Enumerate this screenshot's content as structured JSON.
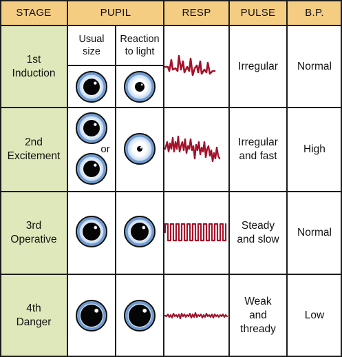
{
  "headers": {
    "stage": "STAGE",
    "pupil": "PUPIL",
    "resp": "RESP",
    "pulse": "PULSE",
    "bp": "B.P."
  },
  "pupil_subheaders": {
    "usual_line1": "Usual",
    "usual_line2": "size",
    "reaction_line1": "Reaction",
    "reaction_line2": "to light"
  },
  "or_label": "or",
  "rows": [
    {
      "stage_num": "1st",
      "stage_name": "Induction",
      "pulse_line1": "Irregular",
      "pulse_line2": "",
      "pulse_line3": "",
      "bp": "Normal"
    },
    {
      "stage_num": "2nd",
      "stage_name": "Excitement",
      "pulse_line1": "Irregular",
      "pulse_line2": "and fast",
      "pulse_line3": "",
      "bp": "High"
    },
    {
      "stage_num": "3rd",
      "stage_name": "Operative",
      "pulse_line1": "Steady",
      "pulse_line2": "and slow",
      "pulse_line3": "",
      "bp": "Normal"
    },
    {
      "stage_num": "4th",
      "stage_name": "Danger",
      "pulse_line1": "Weak",
      "pulse_line2": "and",
      "pulse_line3": "thready",
      "bp": "Low"
    }
  ],
  "colors": {
    "header": "#f5cd82",
    "stage_column": "#dfe8bb",
    "resp_trace": "#a3122a",
    "eye_ring": "#6f9bd1",
    "grid": "#1c1c1c"
  }
}
